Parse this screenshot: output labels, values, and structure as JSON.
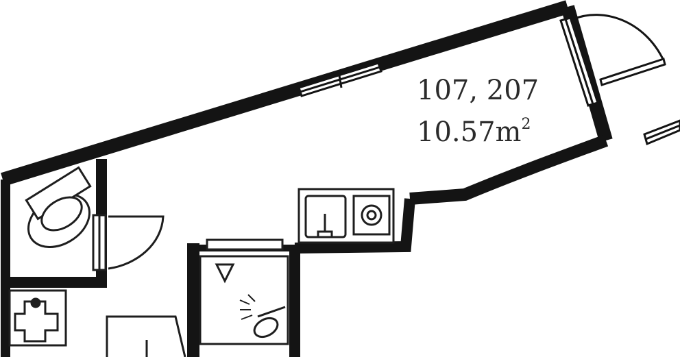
{
  "plan": {
    "unit_numbers": "107, 207",
    "area_value": "10.57m",
    "area_superscript": "2"
  },
  "colors": {
    "wall": "#141414",
    "line": "#2a2a2a",
    "background": "#ffffff"
  },
  "icons": [
    "toilet-icon",
    "wash-basin-icon",
    "kitchen-sink-icon",
    "gas-stove-icon",
    "shower-icon",
    "door-swing-icon",
    "window-icon"
  ]
}
